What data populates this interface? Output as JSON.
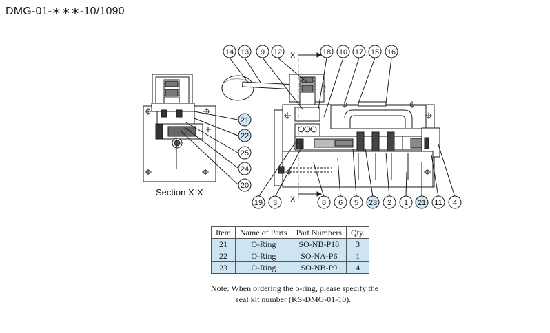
{
  "title": "DMG-01-∗∗∗-10/1090",
  "section_label": "Section X-X",
  "section_marker": "X",
  "highlight_color": "#cde4f2",
  "callouts_top": [
    "14",
    "13",
    "9",
    "12",
    "18",
    "10",
    "17",
    "15",
    "16"
  ],
  "callouts_section": [
    "21",
    "22",
    "25",
    "24",
    "20"
  ],
  "callouts_bottom": [
    "19",
    "3",
    "8",
    "6",
    "5",
    "23",
    "2",
    "1",
    "21",
    "11",
    "4"
  ],
  "highlighted_callouts": [
    "21",
    "22",
    "23"
  ],
  "table": {
    "headers": [
      "Item",
      "Name of Parts",
      "Part Numbers",
      "Qty."
    ],
    "rows": [
      [
        "21",
        "O-Ring",
        "SO-NB-P18",
        "3"
      ],
      [
        "22",
        "O-Ring",
        "SO-NA-P6",
        "1"
      ],
      [
        "23",
        "O-Ring",
        "SO-NB-P9",
        "4"
      ]
    ]
  },
  "note": {
    "line1": "Note: When ordering the o-ring, please specify the",
    "line2": "seal kit number (KS-DMG-01-10)."
  }
}
